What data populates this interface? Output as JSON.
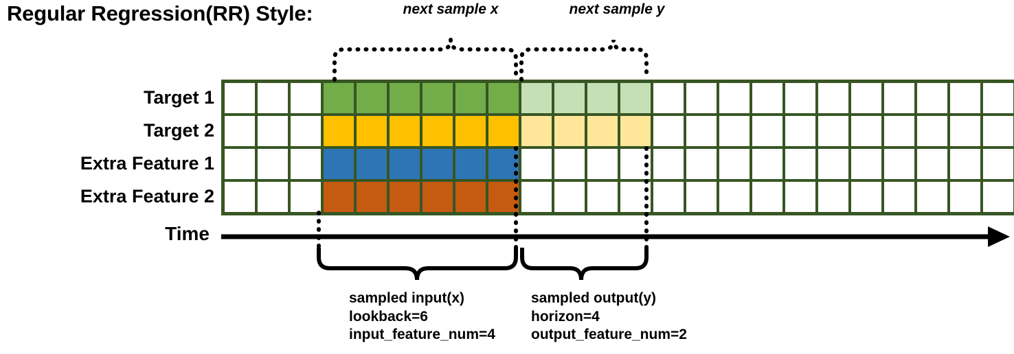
{
  "title": "Regular Regression(RR) Style:",
  "rows": [
    {
      "label": "Target 1",
      "name": "target-1"
    },
    {
      "label": "Target 2",
      "name": "target-2"
    },
    {
      "label": "Extra Feature 1",
      "name": "extra-feature-1"
    },
    {
      "label": "Extra Feature 2",
      "name": "extra-feature-2"
    }
  ],
  "time_axis": {
    "label": "Time"
  },
  "top_brackets": [
    {
      "caption": "next sample x"
    },
    {
      "caption": "next sample y"
    }
  ],
  "bottom_brackets": [
    {
      "title": "sampled input(x)",
      "line2": "lookback=6",
      "line3": "input_feature_num=4"
    },
    {
      "title": "sampled output(y)",
      "line2": "horizon=4",
      "line3": "output_feature_num=2"
    }
  ],
  "colors": {
    "border": "#375623",
    "green": "#72AD4A",
    "green_light": "#C5E0B4",
    "yellow": "#FFC000",
    "yellow_light": "#FFE699",
    "blue": "#2E75B6",
    "orange": "#C55A11",
    "white": "#FFFFFF",
    "axis": "#000000"
  },
  "grid": {
    "total_columns": 24,
    "lead_blank_columns": 3,
    "lookback_columns": 6,
    "horizon_columns": 4,
    "trail_blank_columns": 11,
    "cells": [
      [
        "white",
        "white",
        "white",
        "green",
        "green",
        "green",
        "green",
        "green",
        "green",
        "green-lt",
        "green-lt",
        "green-lt",
        "green-lt",
        "white",
        "white",
        "white",
        "white",
        "white",
        "white",
        "white",
        "white",
        "white",
        "white",
        "white"
      ],
      [
        "white",
        "white",
        "white",
        "yellow",
        "yellow",
        "yellow",
        "yellow",
        "yellow",
        "yellow",
        "yellow-lt",
        "yellow-lt",
        "yellow-lt",
        "yellow-lt",
        "white",
        "white",
        "white",
        "white",
        "white",
        "white",
        "white",
        "white",
        "white",
        "white",
        "white"
      ],
      [
        "white",
        "white",
        "white",
        "blue",
        "blue",
        "blue",
        "blue",
        "blue",
        "blue",
        "white",
        "white",
        "white",
        "white",
        "white",
        "white",
        "white",
        "white",
        "white",
        "white",
        "white",
        "white",
        "white",
        "white",
        "white"
      ],
      [
        "white",
        "white",
        "white",
        "orange",
        "orange",
        "orange",
        "orange",
        "orange",
        "orange",
        "white",
        "white",
        "white",
        "white",
        "white",
        "white",
        "white",
        "white",
        "white",
        "white",
        "white",
        "white",
        "white",
        "white",
        "white"
      ]
    ]
  }
}
